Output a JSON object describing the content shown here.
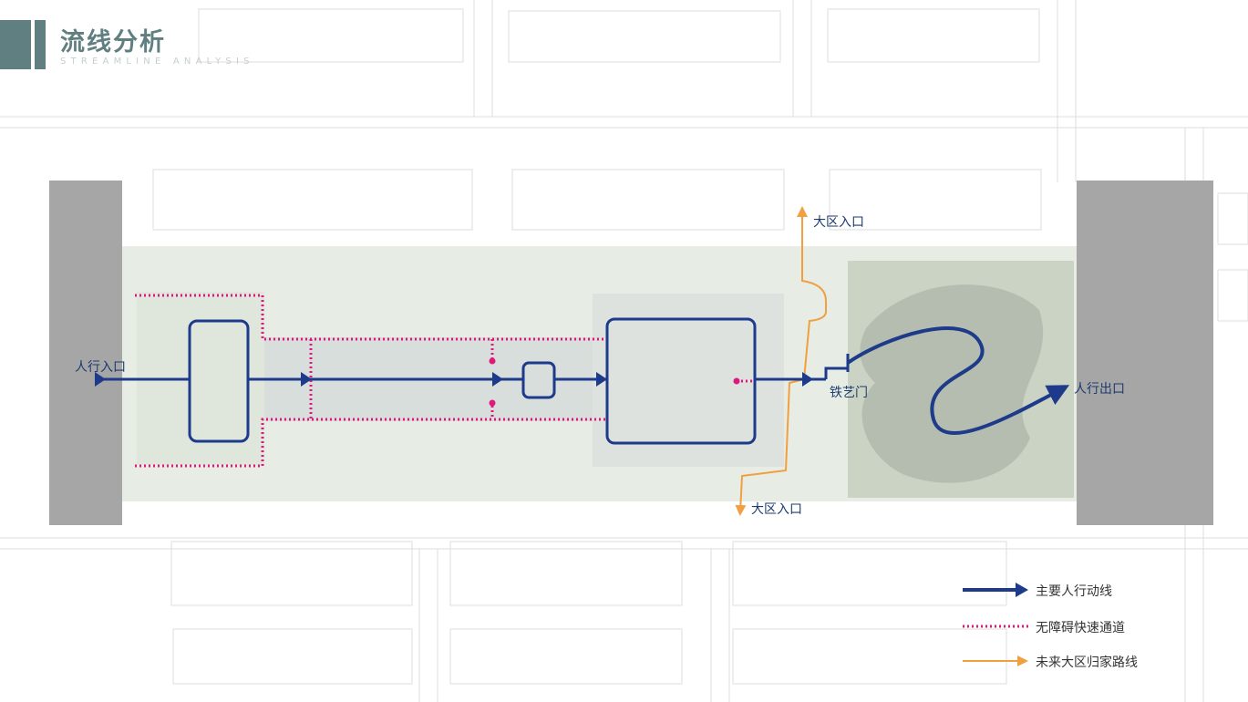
{
  "header": {
    "title": "流线分析",
    "subtitle": "STREAMLINE ANALYSIS"
  },
  "labels": {
    "pedestrian_entrance": "人行入口",
    "pedestrian_exit": "人行出口",
    "district_entrance_top": "大区入口",
    "district_entrance_bottom": "大区入口",
    "iron_gate": "铁艺门"
  },
  "legend": {
    "items": [
      {
        "key": "main",
        "label": "主要人行动线",
        "color": "#1d3b8a",
        "style": "solid-arrow"
      },
      {
        "key": "barrier_free",
        "label": "无障碍快速通道",
        "color": "#e0187e",
        "style": "dotted"
      },
      {
        "key": "future_home",
        "label": "未来大区归家路线",
        "color": "#f0a040",
        "style": "thin-arrow"
      }
    ]
  },
  "colors": {
    "title": "#5f7f80",
    "main_route": "#1d3b8a",
    "barrier_free": "#e0187e",
    "future_route": "#f0a040",
    "road": "#a6a6a6",
    "landscape": "#e6ebe3",
    "building_outline": "#dcdcdc"
  }
}
